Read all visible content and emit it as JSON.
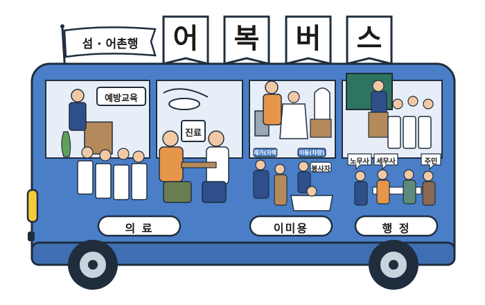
{
  "flag": {
    "label": "섬 · 어촌행"
  },
  "title": {
    "chars": [
      "어",
      "복",
      "버",
      "스"
    ]
  },
  "services": [
    {
      "label": "의 료"
    },
    {
      "label": "이미용"
    },
    {
      "label": "행 정"
    }
  ],
  "scene_text": {
    "education_sign": "예방교육",
    "clinic_sign": "진료",
    "haircut_tag_visiting": "재가(자택)",
    "haircut_tag_mobile": "이동(차량)",
    "volunteer_sign": "봉사자",
    "bubble_labor": "노무사",
    "bubble_tax": "세무사",
    "bubble_resident": "주민"
  },
  "colors": {
    "bus_body": "#4a7fc8",
    "window_bg": "#e7eef8",
    "outline": "#1f2d3d",
    "headlight": "#f5cb3a",
    "wheel": "#c9d3dd"
  },
  "icons": [
    "person-icon",
    "doctor-icon",
    "barber-chair-icon",
    "bathtub-icon",
    "plant-icon",
    "chalkboard-icon",
    "mirror-icon"
  ]
}
